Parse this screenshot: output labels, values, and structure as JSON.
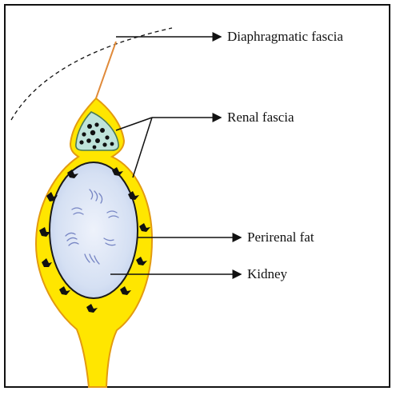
{
  "labels": {
    "diaphragmatic_fascia": "Diaphragmatic fascia",
    "renal_fascia": "Renal fascia",
    "perirenal_fat": "Perirenal fat",
    "kidney": "Kidney"
  },
  "colors": {
    "fascia_fill": "#FFE600",
    "fascia_stroke": "#E39A10",
    "adrenal_fill": "#BFE3DA",
    "adrenal_stroke": "#4A7A55",
    "kidney_fill": "#DCE6F6",
    "kidney_stroke": "#1A1A1A",
    "kidney_marks": "#7786C4",
    "fat_marks": "#111111",
    "diaphragm_line": "#E08A3A",
    "frame": "#111111"
  }
}
